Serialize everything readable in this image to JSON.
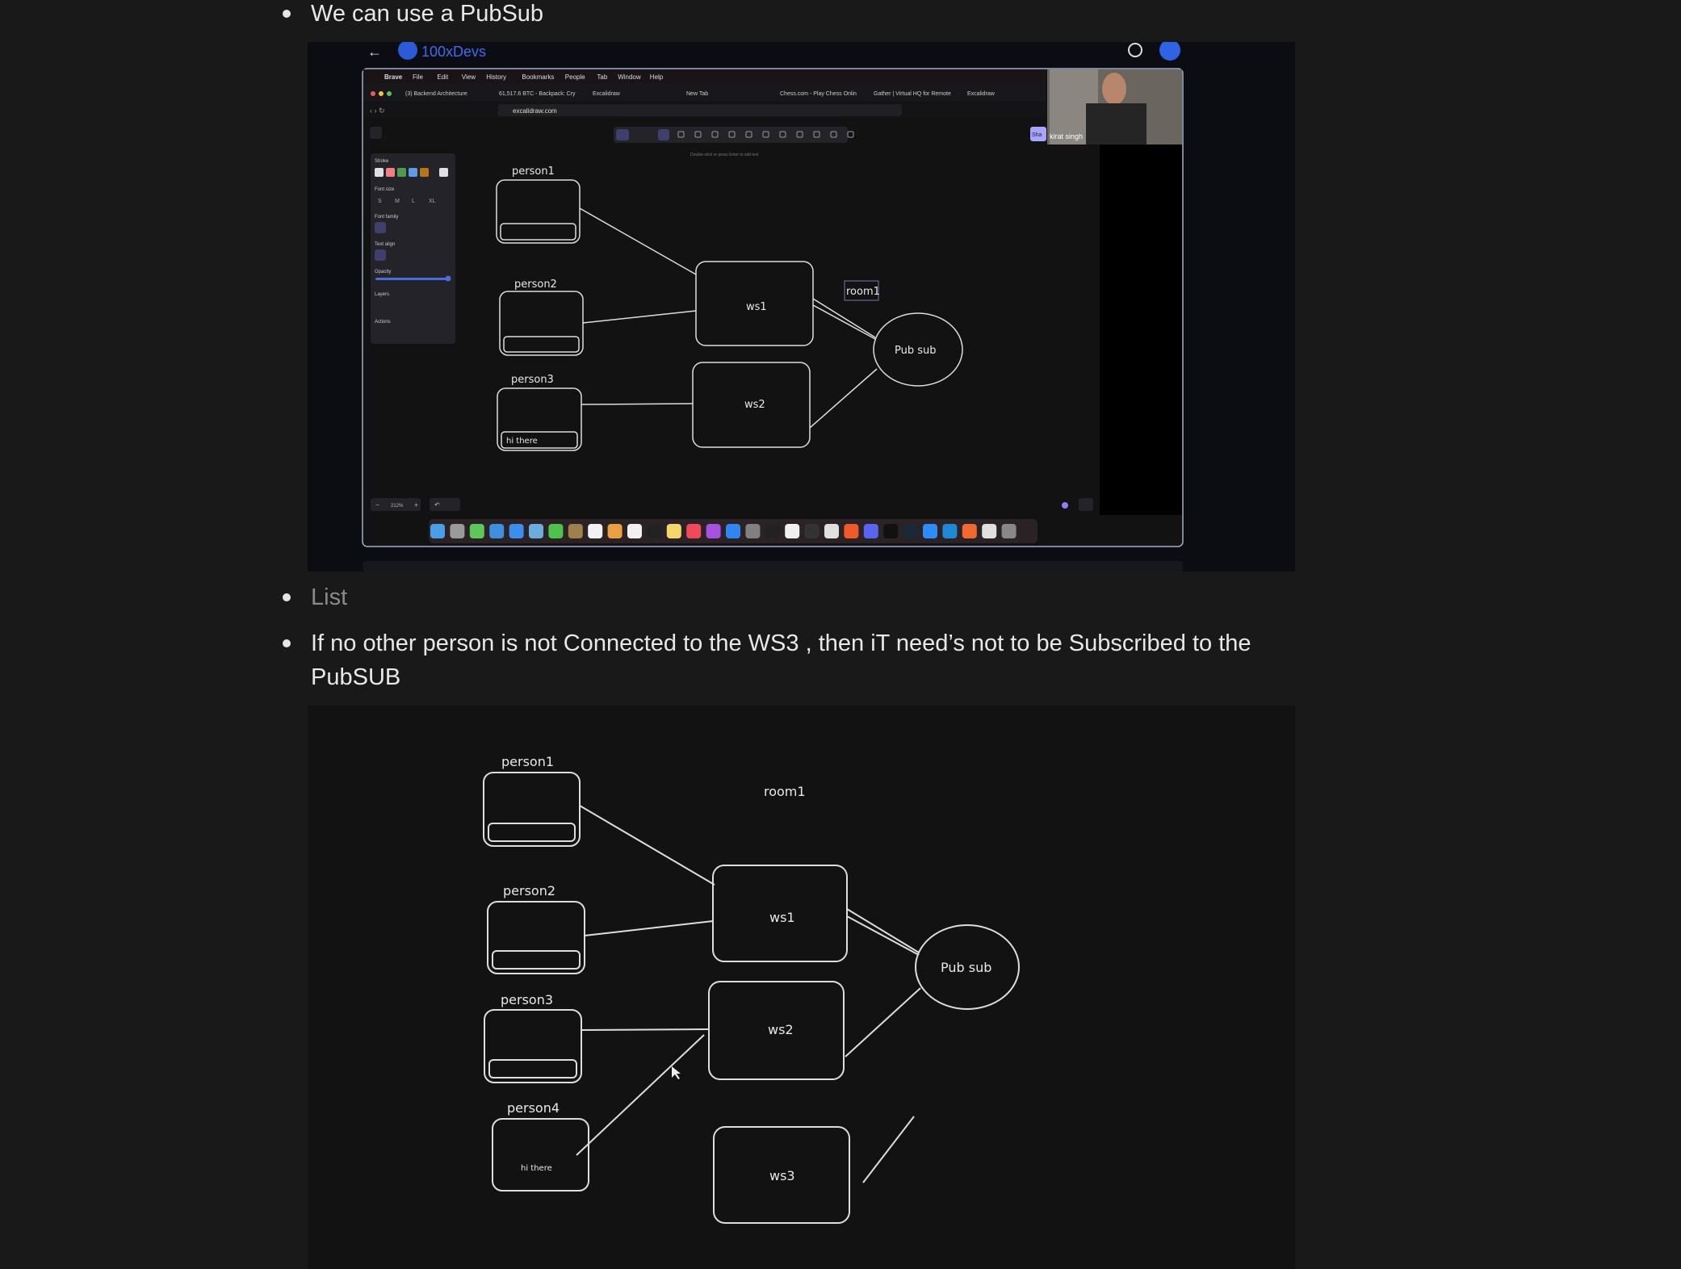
{
  "bullets": [
    {
      "text": "We can use a PubSub"
    },
    {
      "text": "List"
    },
    {
      "text": "If no other person is not Connected to the WS3 , then iT need’s not to be Subscribed to the PubSUB"
    }
  ],
  "image1": {
    "header": {
      "logo": "100xDevs",
      "back_icon": "arrow-left-icon"
    },
    "menu_bar": [
      "Brave",
      "File",
      "Edit",
      "View",
      "History",
      "Bookmarks",
      "People",
      "Tab",
      "Window",
      "Help"
    ],
    "tabs": [
      "(3) Backend Architecture",
      "61,517.6 BTC - Backpack: Cry",
      "Excalidraw",
      "New Tab",
      "Chess.com - Play Chess Onlin",
      "Gather | Virtual HQ for Remote",
      "Excalidraw"
    ],
    "url": "excalidraw.com",
    "hint": "Double-click or press Enter to edit text",
    "share_label": "Sha",
    "sidebar": {
      "stroke": "Stroke",
      "font_size": "Font size",
      "sizes": [
        "S",
        "M",
        "L",
        "XL"
      ],
      "font_family": "Font family",
      "text_align": "Text align",
      "opacity": "Opacity",
      "opacity_value": 1.0,
      "layers": "Layers",
      "actions": "Actions",
      "stroke_colors": [
        "#e0e0e0",
        "#f08080",
        "#4f9a4f",
        "#5d9be6",
        "#b8741a",
        "#e0e0e0"
      ]
    },
    "zoom_level": "212%",
    "webcam_name": "kirat singh",
    "diagram": {
      "person1": "person1",
      "person2": "person2",
      "person3": "person3",
      "ws1": "ws1",
      "ws2": "ws2",
      "pubsub": "Pub sub",
      "room": "room1",
      "message": "hi there"
    },
    "dock_colors": [
      "#4a9ee8",
      "#9a9a9a",
      "#5cc85c",
      "#3d8fe0",
      "#3c8df0",
      "#6aaee0",
      "#4cc44c",
      "#a0804a",
      "#f2f2f2",
      "#e8a040",
      "#f0f0f0",
      "#222",
      "#f5d66a",
      "#f04a5a",
      "#a552e0",
      "#2f86f0",
      "#808080",
      "#222",
      "#f0f0f0",
      "#333",
      "#e0e0e0",
      "#f05a28",
      "#5865f2",
      "#111",
      "#1b2838",
      "#2d8cff",
      "#1e8ad6",
      "#f06a30",
      "#e0e0e0",
      "#888"
    ]
  },
  "image2": {
    "diagram": {
      "person1": "person1",
      "person2": "person2",
      "person3": "person3",
      "person4": "person4",
      "ws1": "ws1",
      "ws2": "ws2",
      "ws3": "ws3",
      "pubsub": "Pub sub",
      "room": "room1",
      "message": "hi there"
    }
  }
}
